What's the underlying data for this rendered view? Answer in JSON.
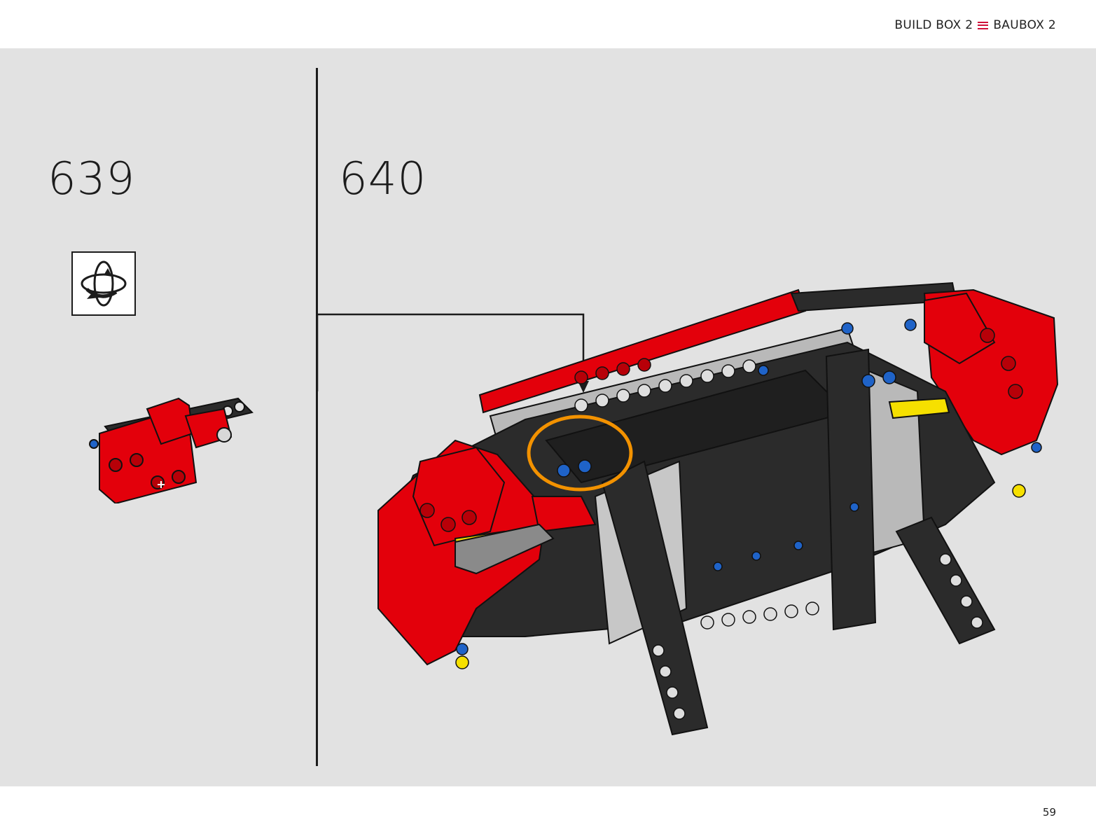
{
  "header": {
    "build_box_en": "BUILD BOX 2",
    "build_box_de": "BAUBOX 2",
    "separator_icon": "triple-bar-icon",
    "accent_color": "#d0103a"
  },
  "steps": [
    {
      "number": "639",
      "icons": [
        "rotate-model-icon"
      ]
    },
    {
      "number": "640"
    }
  ],
  "colors": {
    "brick_red": "#e3000b",
    "dark_gray": "#2b2b2b",
    "light_gray": "#b9b9b9",
    "pin_blue": "#1f63c8",
    "axle_yellow": "#f6e000",
    "callout_orange": "#f39200",
    "background": "#e2e2e2"
  },
  "footer": {
    "page_number": "59"
  }
}
